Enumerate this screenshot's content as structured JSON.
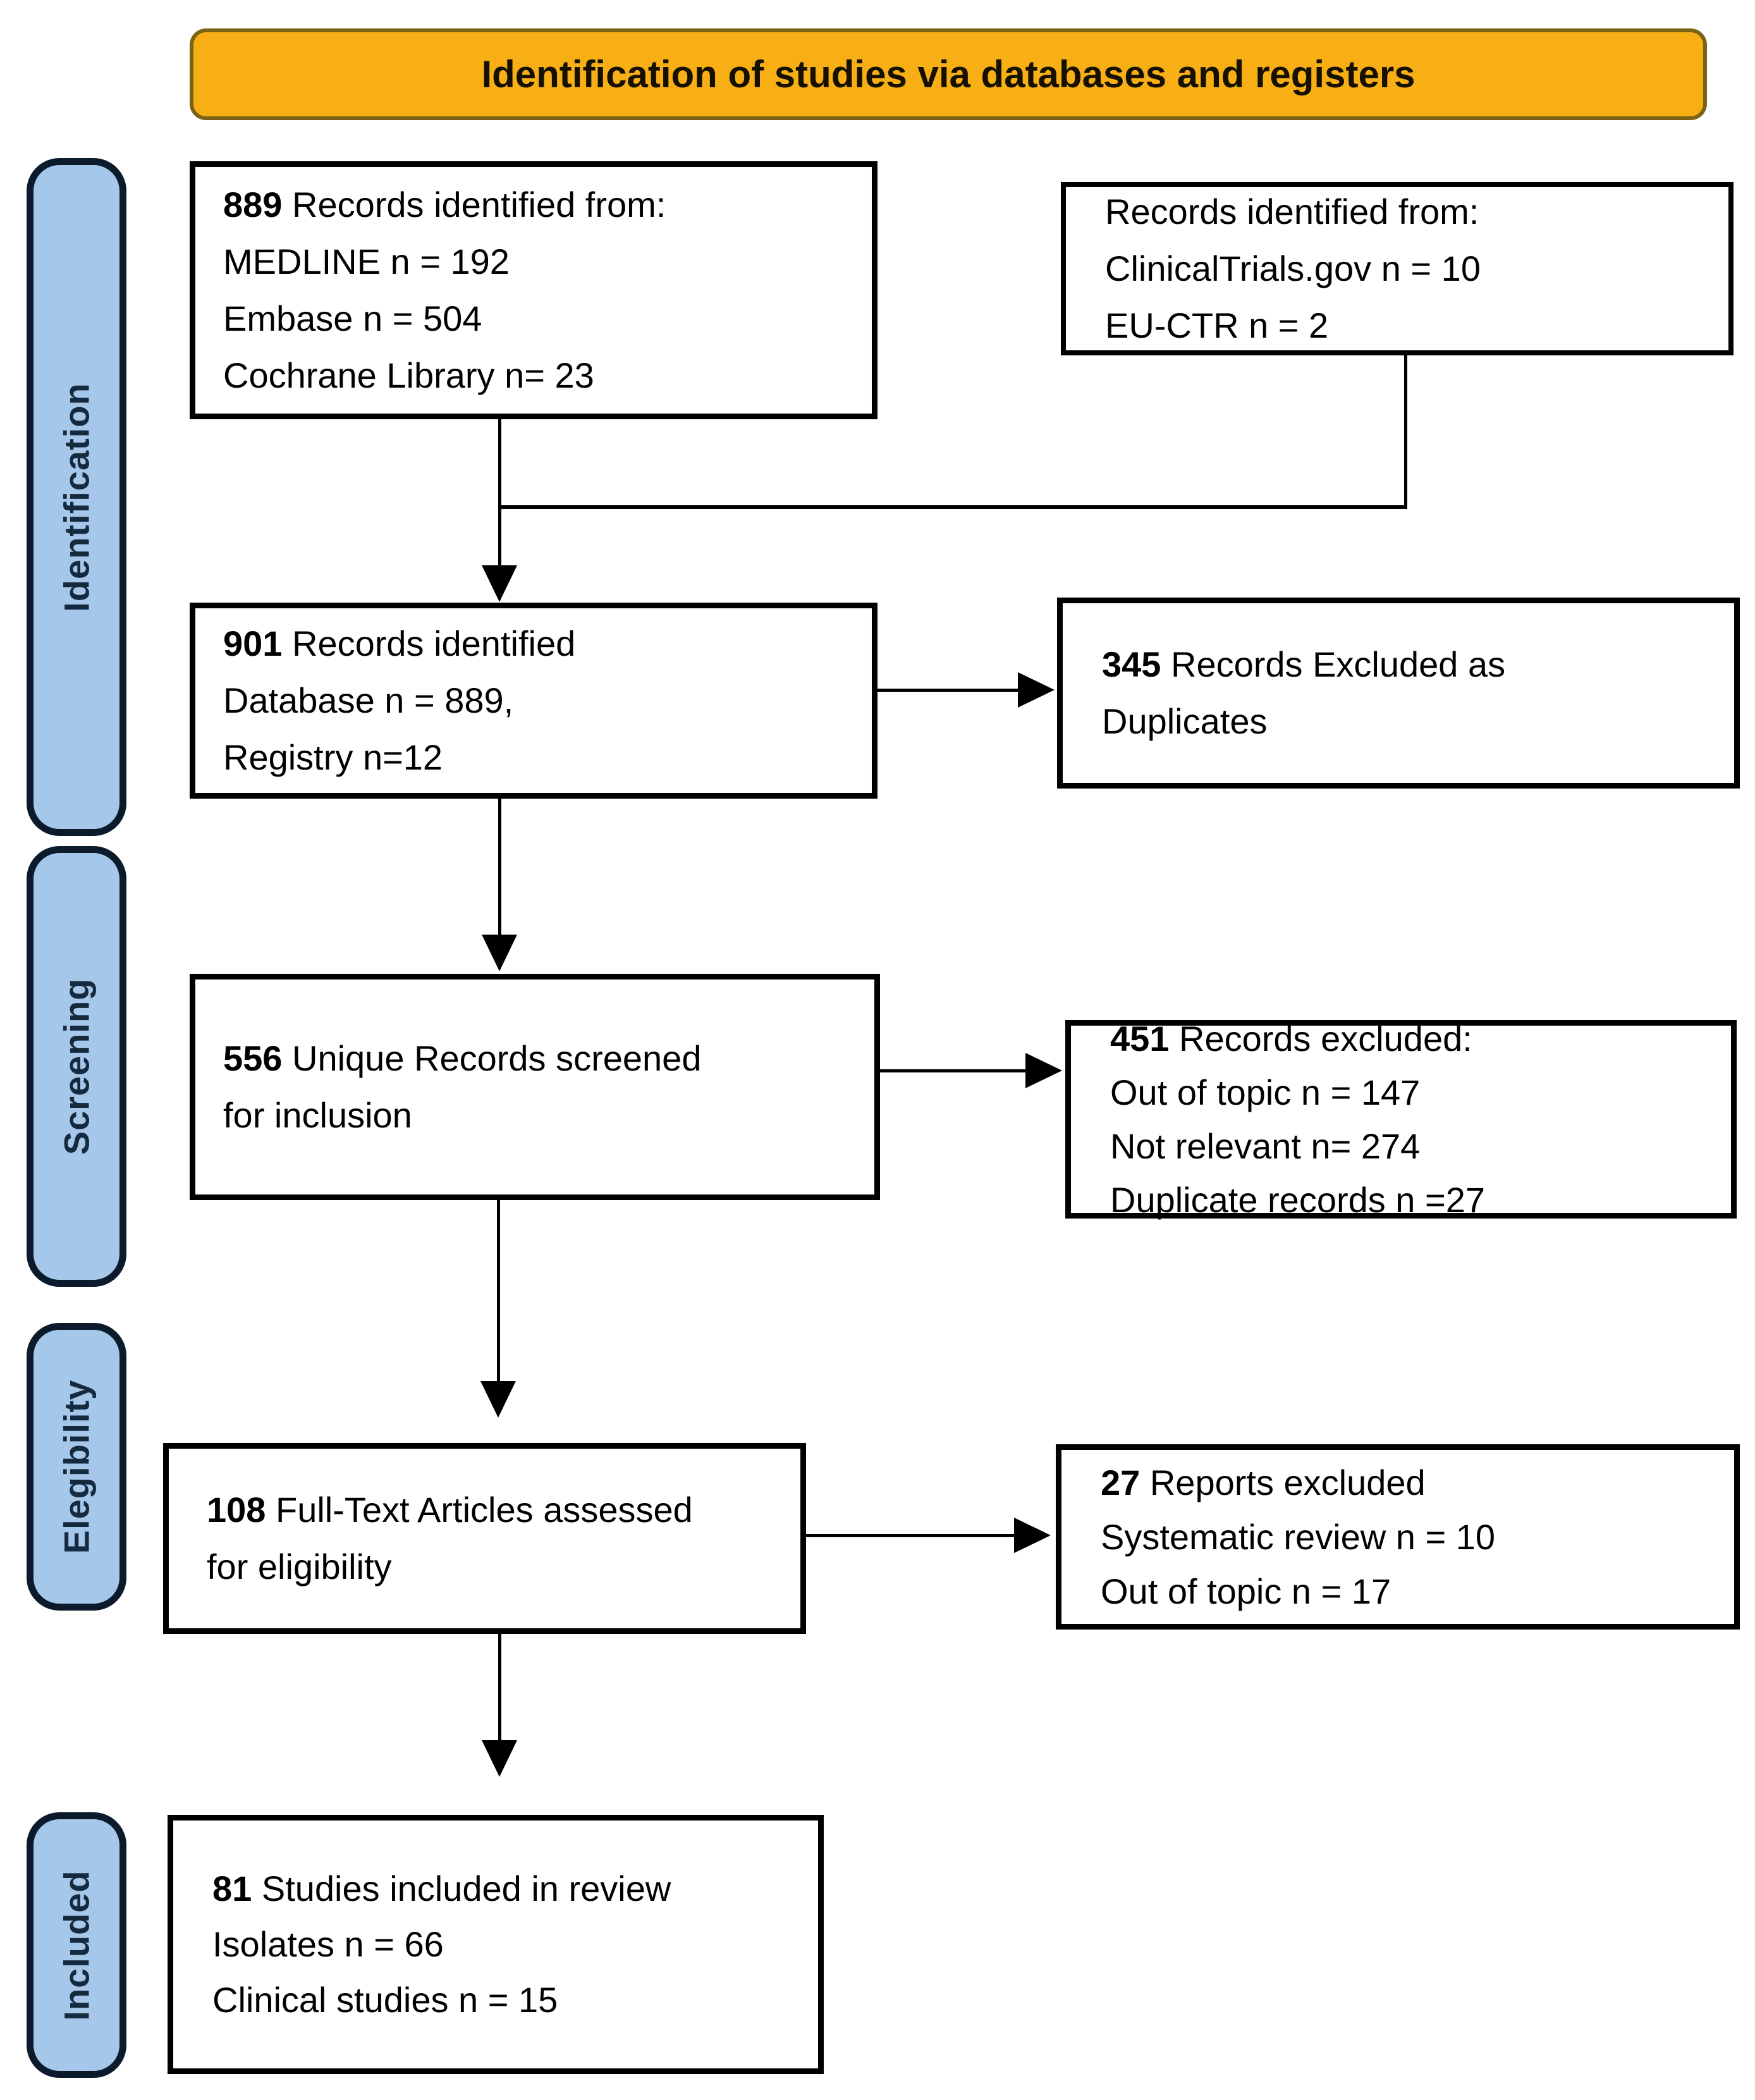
{
  "title": "Identification of studies via databases and registers",
  "stages": [
    {
      "label": "Identification"
    },
    {
      "label": "Screening"
    },
    {
      "label": "Elegibility"
    },
    {
      "label": "Included"
    }
  ],
  "boxes": {
    "databases": {
      "n": "889",
      "t": " Records identified from:",
      "lines": [
        "MEDLINE n = 192",
        "Embase n = 504",
        "Cochrane Library n= 23"
      ]
    },
    "registers": {
      "n": "",
      "t": "Records identified from:",
      "lines": [
        "ClinicalTrials.gov n = 10",
        "EU-CTR n = 2"
      ]
    },
    "identified": {
      "n": "901",
      "t": " Records identified",
      "lines": [
        "Database n = 889,",
        "Registry n=12"
      ]
    },
    "duplicates_excluded": {
      "n": "345",
      "t": " Records Excluded as",
      "lines": [
        "Duplicates"
      ]
    },
    "screened": {
      "n": "556",
      "t": " Unique Records screened",
      "lines": [
        "for inclusion"
      ]
    },
    "records_excluded": {
      "n": "451",
      "t": " Records excluded:",
      "lines": [
        "Out of topic n = 147",
        "Not relevant n= 274",
        "Duplicate records n =27"
      ]
    },
    "fulltext_assessed": {
      "n": "108",
      "t": " Full-Text Articles assessed",
      "lines": [
        "for eligibility"
      ]
    },
    "reports_excluded": {
      "n": "27",
      "t": " Reports excluded",
      "lines": [
        "Systematic review n = 10",
        "Out of topic n = 17"
      ]
    },
    "included_studies": {
      "n": "81",
      "t": " Studies included in review",
      "lines": [
        "Isolates n = 66",
        "Clinical studies n = 15"
      ]
    }
  },
  "colors": {
    "banner_fill": "#F7AF15",
    "banner_border": "#7A6414",
    "stage_fill": "#A5C7E9",
    "stage_border": "#0C1B2B",
    "stage_text": "#15293F",
    "box_border": "#000000",
    "text": "#000000"
  }
}
